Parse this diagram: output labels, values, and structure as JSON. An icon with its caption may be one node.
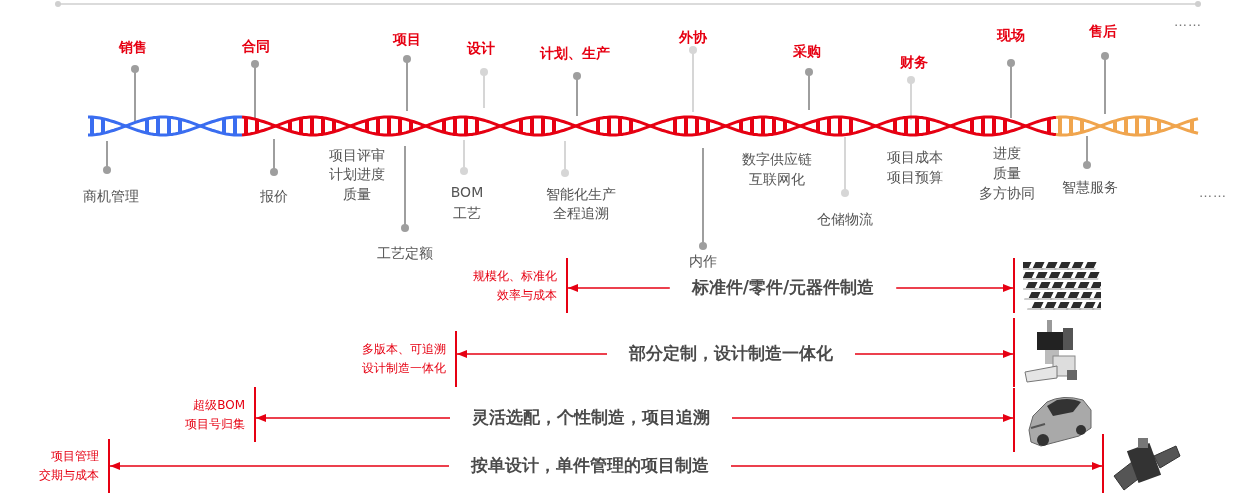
{
  "diagram": {
    "nodes": [
      {
        "text": [
          "规模化、标准化",
          "效率与成本"
        ]
      },
      {
        "text": [
          "标准件/零件/元器件制造"
        ]
      },
      {
        "text": [],
        "shape": "picture"
      },
      {
        "text": [
          "多版本、可追溯",
          "设计制造一体化"
        ]
      },
      {
        "text": [
          "部分定制，设计制造一体化"
        ]
      },
      {
        "text": [],
        "shape": "picture"
      },
      {
        "text": [
          "超级BOM",
          "项目号归集"
        ]
      },
      {
        "text": [
          "灵活选配，个性制造，项目追溯"
        ]
      },
      {
        "text": [],
        "shape": "picture"
      },
      {
        "text": [
          "项目管理",
          "交期与成本"
        ]
      },
      {
        "text": [
          "按单设计，单件管理的项目制造"
        ]
      },
      {
        "text": [],
        "shape": "picture"
      }
    ],
    "edges": [
      {
        "from": 1,
        "to": 0,
        "arrow": "to"
      },
      {
        "from": 1,
        "to": 2,
        "arrow": "to"
      },
      {
        "from": 4,
        "to": 3,
        "arrow": "to"
      },
      {
        "from": 4,
        "to": 5,
        "arrow": "to"
      },
      {
        "from": 7,
        "to": 6,
        "arrow": "to"
      },
      {
        "from": 7,
        "to": 8,
        "arrow": "to"
      },
      {
        "from": 10,
        "to": 9,
        "arrow": "to"
      },
      {
        "from": 10,
        "to": 11,
        "arrow": "to"
      }
    ],
    "labels": [
      "销售",
      "合同",
      "项目",
      "设计",
      "计划、生产",
      "外协",
      "采购",
      "财务",
      "现场",
      "售后",
      "……",
      "商机管理",
      "报价",
      "项目评审",
      "计划进度",
      "质量",
      "工艺定额",
      "BOM",
      "工艺",
      "智能化生产",
      "全程追溯",
      "内作",
      "数字供应链",
      "互联网化",
      "仓储物流",
      "项目成本",
      "项目预算",
      "进度",
      "质量",
      "多方协同",
      "智慧服务",
      "……"
    ]
  }
}
